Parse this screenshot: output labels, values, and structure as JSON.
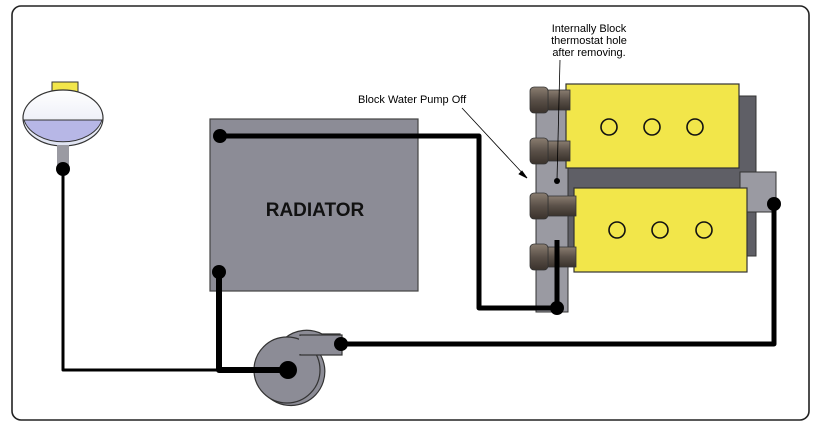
{
  "diagram": {
    "radiator_label": "RADIATOR",
    "annotations": {
      "pump_off": "Block Water Pump Off",
      "thermostat_line1": "Internally Block",
      "thermostat_line2": "thermostat hole",
      "thermostat_line3": "after removing."
    }
  },
  "colors": {
    "pipe": "#000000",
    "radiator": "#8c8c96",
    "engine_block": "#f2e64a",
    "engine_backplate": "#5f5f66",
    "manifold": "#9a9aa2",
    "port": "#6a5f55",
    "tank_water": "#b7b7e6",
    "tank_cap": "#f2e64a",
    "pump": "#8c8c96",
    "frame": "#222222"
  }
}
